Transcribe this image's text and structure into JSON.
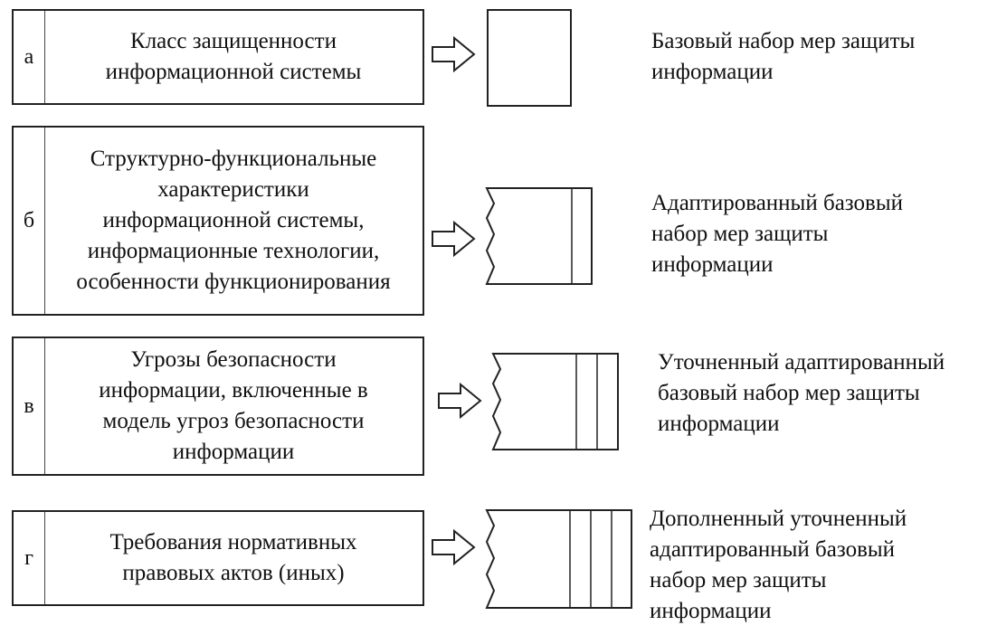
{
  "rows": [
    {
      "letter": "а",
      "source": "Класс защищенности\nинформационной системы",
      "result": "Базовый набор мер защиты\nинформации"
    },
    {
      "letter": "б",
      "source": "Структурно-функциональные\nхарактеристики\nинформационной системы,\nинформационные технологии,\nособенности функционирования",
      "result": "Адаптированный базовый\nнабор мер защиты\nинформации"
    },
    {
      "letter": "в",
      "source": "Угрозы безопасности\nинформации, включенные в\nмодель угроз безопасности\nинформации",
      "result": "Уточненный адаптированный\nбазовый набор мер защиты\nинформации"
    },
    {
      "letter": "г",
      "source": "Требования нормативных\nправовых актов (иных)",
      "result": "Дополненный уточненный\nадаптированный базовый\nнабор мер защиты\nинформации"
    }
  ]
}
